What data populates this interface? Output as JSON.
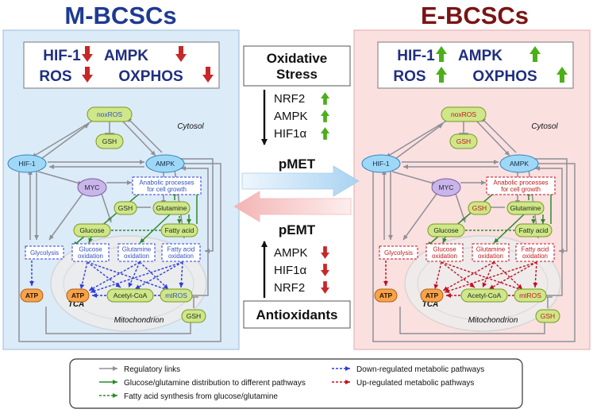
{
  "titles": {
    "left": "M-BCSCs",
    "right": "E-BCSCs"
  },
  "colors": {
    "left_title": "#1f3a93",
    "right_title": "#7a1414",
    "left_panel": "#dcebf8",
    "right_panel": "#fbe0e0",
    "green_node": "#cfe68a",
    "green_stroke": "#7a9a1c",
    "blue_node": "#9fd8f6",
    "blue_stroke": "#2f86c0",
    "orange_node": "#f6a34a",
    "orange_stroke": "#b45f10",
    "purple_node": "#c9b6e8",
    "purple_stroke": "#7b5aa8",
    "grey_link": "#8f8f96",
    "green_link": "#2c8a2c",
    "blue_dash": "#2e3cdc",
    "red_dash": "#c0111f",
    "arrow_down_red": "#c62828",
    "arrow_up_green": "#4caf1a",
    "left_label_text": "#3050c0",
    "right_label_text": "#c01818"
  },
  "left_panel": {
    "status": {
      "hif1": "HIF-1",
      "ampk": "AMPK",
      "ros": "ROS",
      "oxphos": "OXPHOS"
    },
    "cytosol": "Cytosol",
    "mitochondrion": "Mitochondrion",
    "tca": "TCA",
    "nodes": {
      "noxros": "noxROS",
      "gsh_top": "GSH",
      "hif1": "HIF-1",
      "ampk": "AMPK",
      "myc": "MYC",
      "anabolic": "Anabolic processes\nfor cell growth",
      "gsh_mid": "GSH",
      "glutamine": "Glutamine",
      "glucose": "Glucose",
      "fatty_acid": "Fatty acid",
      "glycolysis": "Glycolysis",
      "glucose_ox": "Glucose\noxidation",
      "glutamine_ox": "Glutamine\noxidation",
      "fatty_ox": "Fatty acid\noxidation",
      "atp1": "ATP",
      "atp2": "ATP",
      "acetyl_coa": "Acetyl-CoA",
      "mtros": "mtROS",
      "gsh_bottom": "GSH"
    }
  },
  "right_panel": {
    "status": {
      "hif1": "HIF-1",
      "ampk": "AMPK",
      "ros": "ROS",
      "oxphos": "OXPHOS"
    },
    "cytosol": "Cytosol",
    "mitochondrion": "Mitochondrion",
    "tca": "TCA",
    "nodes": {
      "noxros": "noxROS",
      "gsh_top": "GSH",
      "hif1": "HIF-1",
      "ampk": "AMPK",
      "myc": "MYC",
      "anabolic": "Anabolic processes\nfor cell growth",
      "gsh_mid": "GSH",
      "glutamine": "Glutamine",
      "glucose": "Glucose",
      "fatty_acid": "Fatty acid",
      "glycolysis": "Glycolysis",
      "glucose_ox": "Glucose\noxidation",
      "glutamine_ox": "Glutamine\noxidation",
      "fatty_ox": "Fatty acid\noxidation",
      "atp1": "ATP",
      "atp2": "ATP",
      "acetyl_coa": "Acetyl-CoA",
      "mtros": "mtROS",
      "gsh_bottom": "GSH"
    }
  },
  "center": {
    "oxidative_stress": "Oxidative\nStress",
    "up_list": [
      "NRF2",
      "AMPK",
      "HIF1α"
    ],
    "pmet": "pMET",
    "pemt": "pEMT",
    "down_list": [
      "AMPK",
      "HIF1α",
      "NRF2"
    ],
    "antioxidants": "Antioxidants"
  },
  "legend": {
    "regulatory": "Regulatory links",
    "distribution": "Glucose/glutamine distribution to different pathways",
    "fatty_synthesis": "Fatty acid synthesis from glucose/glutamine",
    "down": "Down-regulated metabolic pathways",
    "up": "Up-regulated metabolic pathways"
  }
}
